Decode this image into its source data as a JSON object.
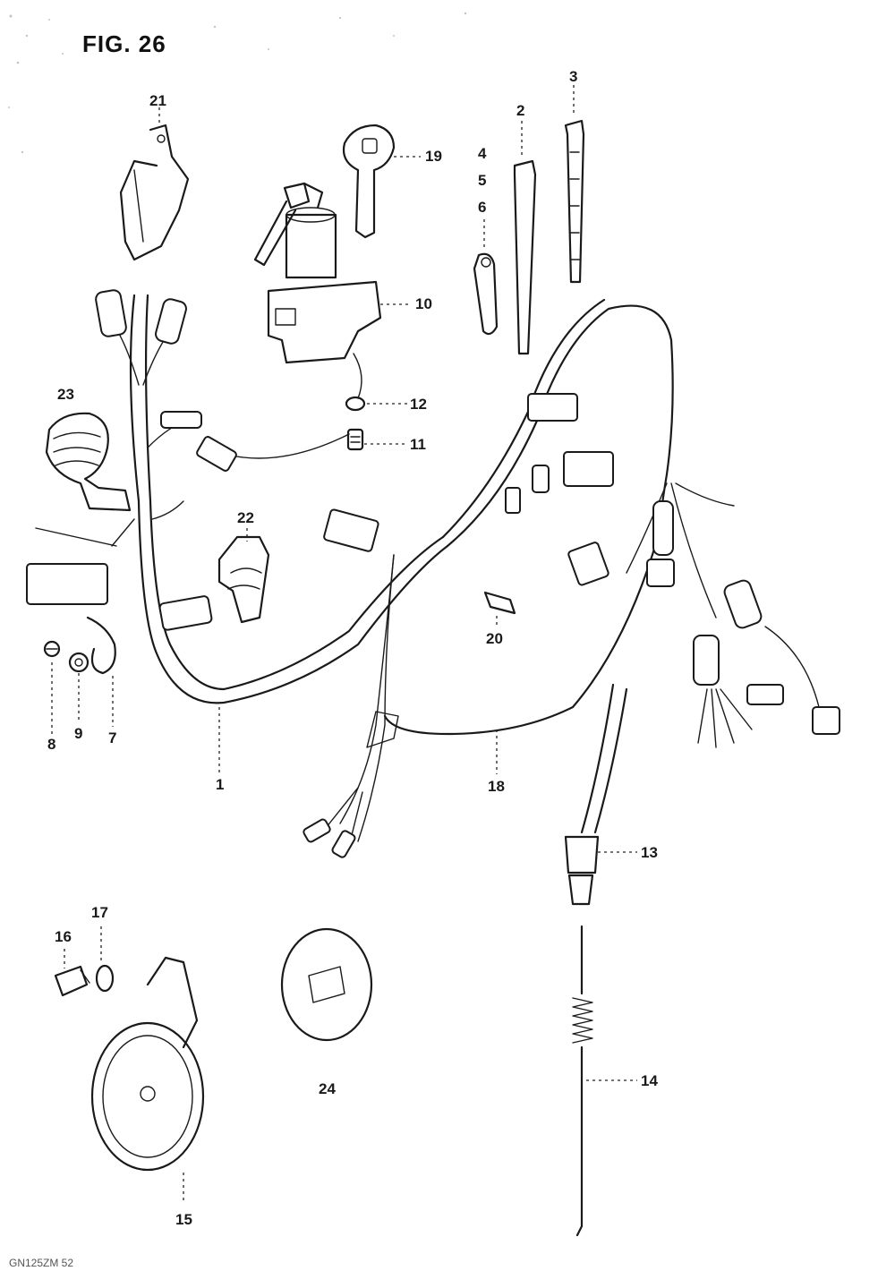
{
  "figure": {
    "title": "FIG. 26",
    "footer_code": "GN125ZM 52"
  },
  "callouts": {
    "p1": "1",
    "p2": "2",
    "p3": "3",
    "p4": "4",
    "p5": "5",
    "p6": "6",
    "p7": "7",
    "p8": "8",
    "p9": "9",
    "p10": "10",
    "p11": "11",
    "p12": "12",
    "p13": "13",
    "p14": "14",
    "p15": "15",
    "p16": "16",
    "p17": "17",
    "p18": "18",
    "p19": "19",
    "p20": "20",
    "p21": "21",
    "p22": "22",
    "p23": "23",
    "p24": "24"
  }
}
